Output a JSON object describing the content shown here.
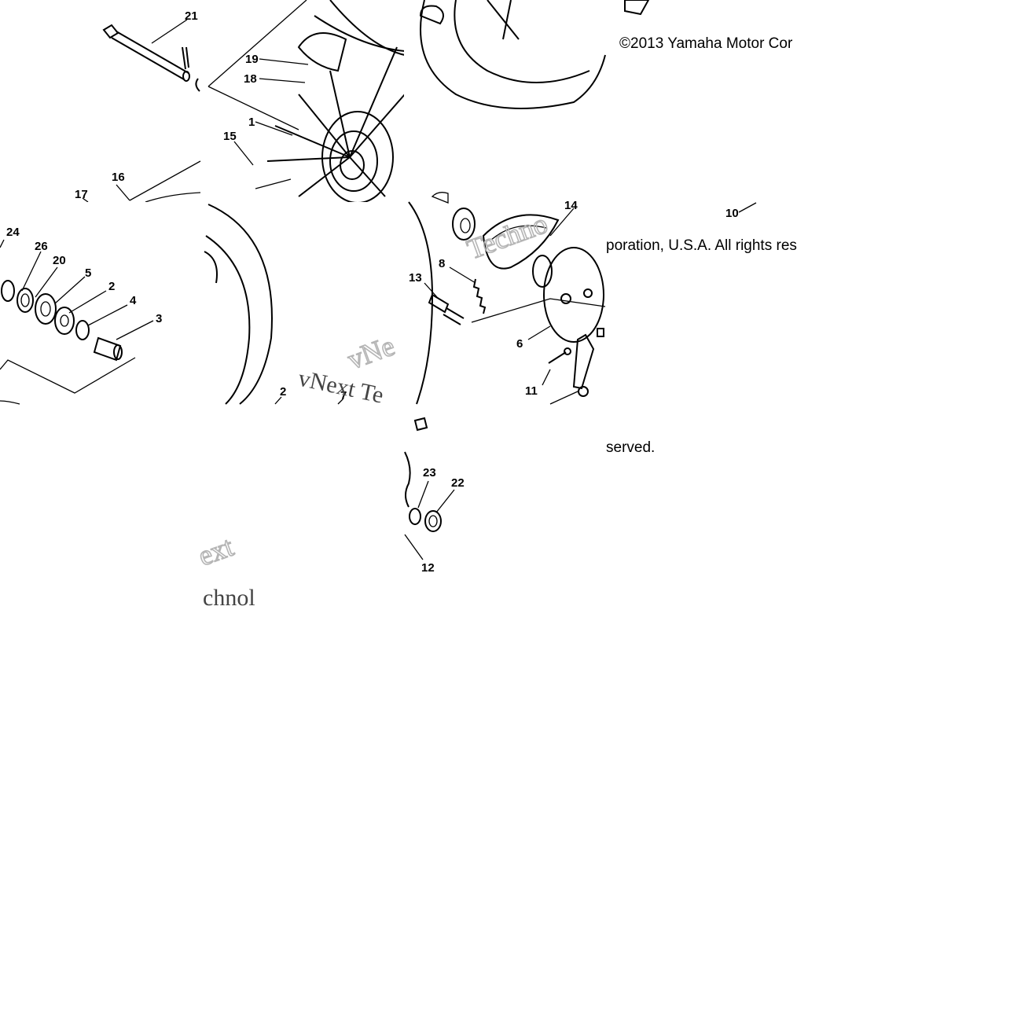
{
  "copyright": {
    "line1": "©2013 Yamaha Motor Cor",
    "line2": "poration, U.S.A. All rights res",
    "line3": "served."
  },
  "watermark": {
    "fragments": [
      "vNext Te",
      "vNe",
      "Techno",
      "ext",
      "chnol"
    ]
  },
  "callouts": [
    "21",
    "19",
    "18",
    "1",
    "15",
    "16",
    "17",
    "24",
    "26",
    "20",
    "5",
    "2",
    "4",
    "3",
    "14",
    "10",
    "8",
    "13",
    "6",
    "11",
    "2",
    "7",
    "23",
    "22",
    "12"
  ]
}
